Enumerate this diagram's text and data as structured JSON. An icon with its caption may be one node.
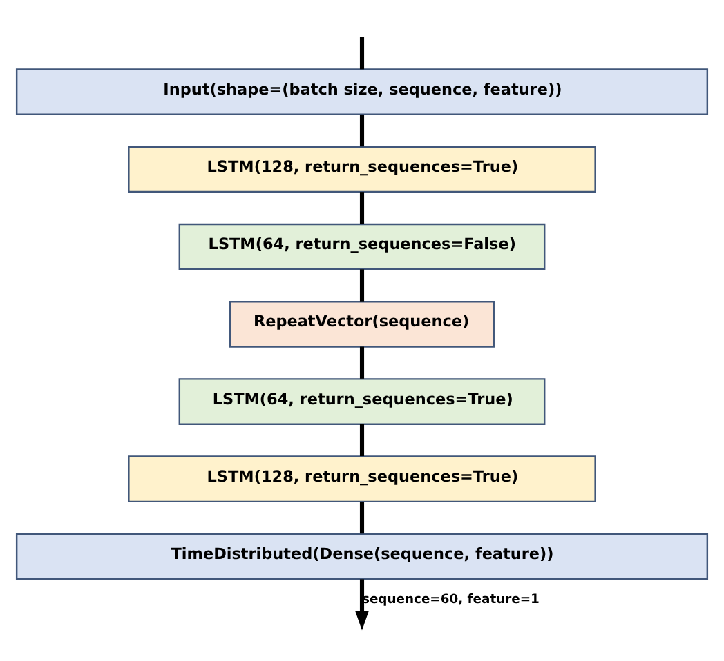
{
  "diagram": {
    "nodes": [
      {
        "text": [
          "Input(shape=(batch size, sequence, feature))"
        ]
      },
      {
        "text": [
          "LSTM(128, return_sequences=True)"
        ]
      },
      {
        "text": [
          "LSTM(64, return_sequences=False)"
        ]
      },
      {
        "text": [
          "RepeatVector(sequence)"
        ]
      },
      {
        "text": [
          "LSTM(64, return_sequences=True)"
        ]
      },
      {
        "text": [
          "LSTM(128, return_sequences=True)"
        ]
      },
      {
        "text": [
          "TimeDistributed(Dense(sequence, feature))"
        ]
      }
    ],
    "edges": [
      {
        "from": null,
        "to": 0,
        "arrow": "none"
      },
      {
        "from": 0,
        "to": 1,
        "arrow": "none"
      },
      {
        "from": 1,
        "to": 2,
        "arrow": "none"
      },
      {
        "from": 2,
        "to": 3,
        "arrow": "none"
      },
      {
        "from": 3,
        "to": 4,
        "arrow": "none"
      },
      {
        "from": 4,
        "to": 5,
        "arrow": "none"
      },
      {
        "from": 5,
        "to": 6,
        "arrow": "none"
      },
      {
        "from": 6,
        "to": null,
        "arrow": "to",
        "label": "sequence=60, feature=1"
      }
    ]
  }
}
